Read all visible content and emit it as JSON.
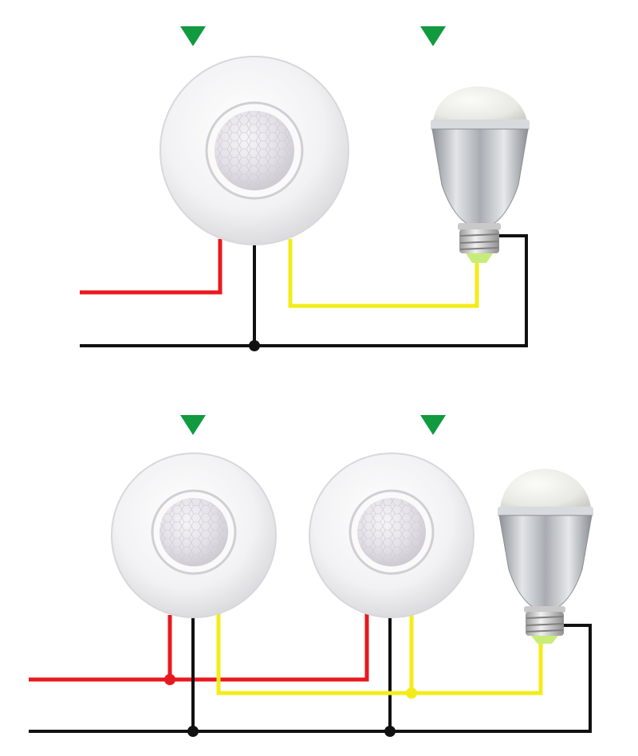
{
  "palette": {
    "background": "#ffffff",
    "live_wire": "#e8191e",
    "neutral_wire": "#111111",
    "load_wire": "#f3ec1a",
    "indicator": "#119a3f",
    "sensor_body": "#f4f4f6",
    "sensor_lens": "#e7e4ea",
    "bulb_globe": "#eeeeea",
    "bulb_heatsink": "#b8bcc2",
    "bulb_base": "#cfcfcf"
  },
  "icons": {
    "indicator": "triangle-down-icon",
    "sensor": "pir-motion-sensor-icon",
    "bulb": "led-bulb-icon"
  },
  "diagrams": [
    {
      "name": "single-sensor-wiring",
      "sensors": 1,
      "bulbs": 1
    },
    {
      "name": "dual-sensor-parallel-wiring",
      "sensors": 2,
      "bulbs": 1
    }
  ]
}
